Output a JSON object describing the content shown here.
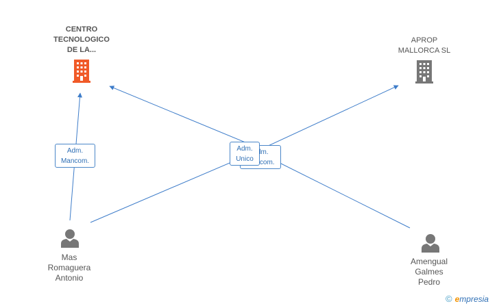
{
  "companies": [
    {
      "name_lines": [
        "CENTRO",
        "TECNOLOGICO",
        "DE LA..."
      ],
      "icon": "building-icon",
      "color": "#f05a28"
    },
    {
      "name_lines": [
        "APROP",
        "MALLORCA SL"
      ],
      "icon": "building-icon",
      "color": "#777777"
    }
  ],
  "people": [
    {
      "name_lines": [
        "Mas",
        "Romaguera",
        "Antonio"
      ],
      "icon": "person-icon"
    },
    {
      "name_lines": [
        "Amengual",
        "Galmes",
        "Pedro"
      ],
      "icon": "person-icon"
    }
  ],
  "roles": [
    {
      "lines": [
        "Adm.",
        "Mancom."
      ]
    },
    {
      "lines": [
        "Adm.",
        "Mancom."
      ]
    },
    {
      "lines": [
        "Adm.",
        "Unico"
      ]
    }
  ],
  "colors": {
    "edge": "#3d7cc9",
    "company_active": "#f05a28",
    "company_default": "#777777",
    "person": "#777777"
  },
  "brand": {
    "copyright": "©",
    "initial": "e",
    "rest": "mpresia"
  }
}
